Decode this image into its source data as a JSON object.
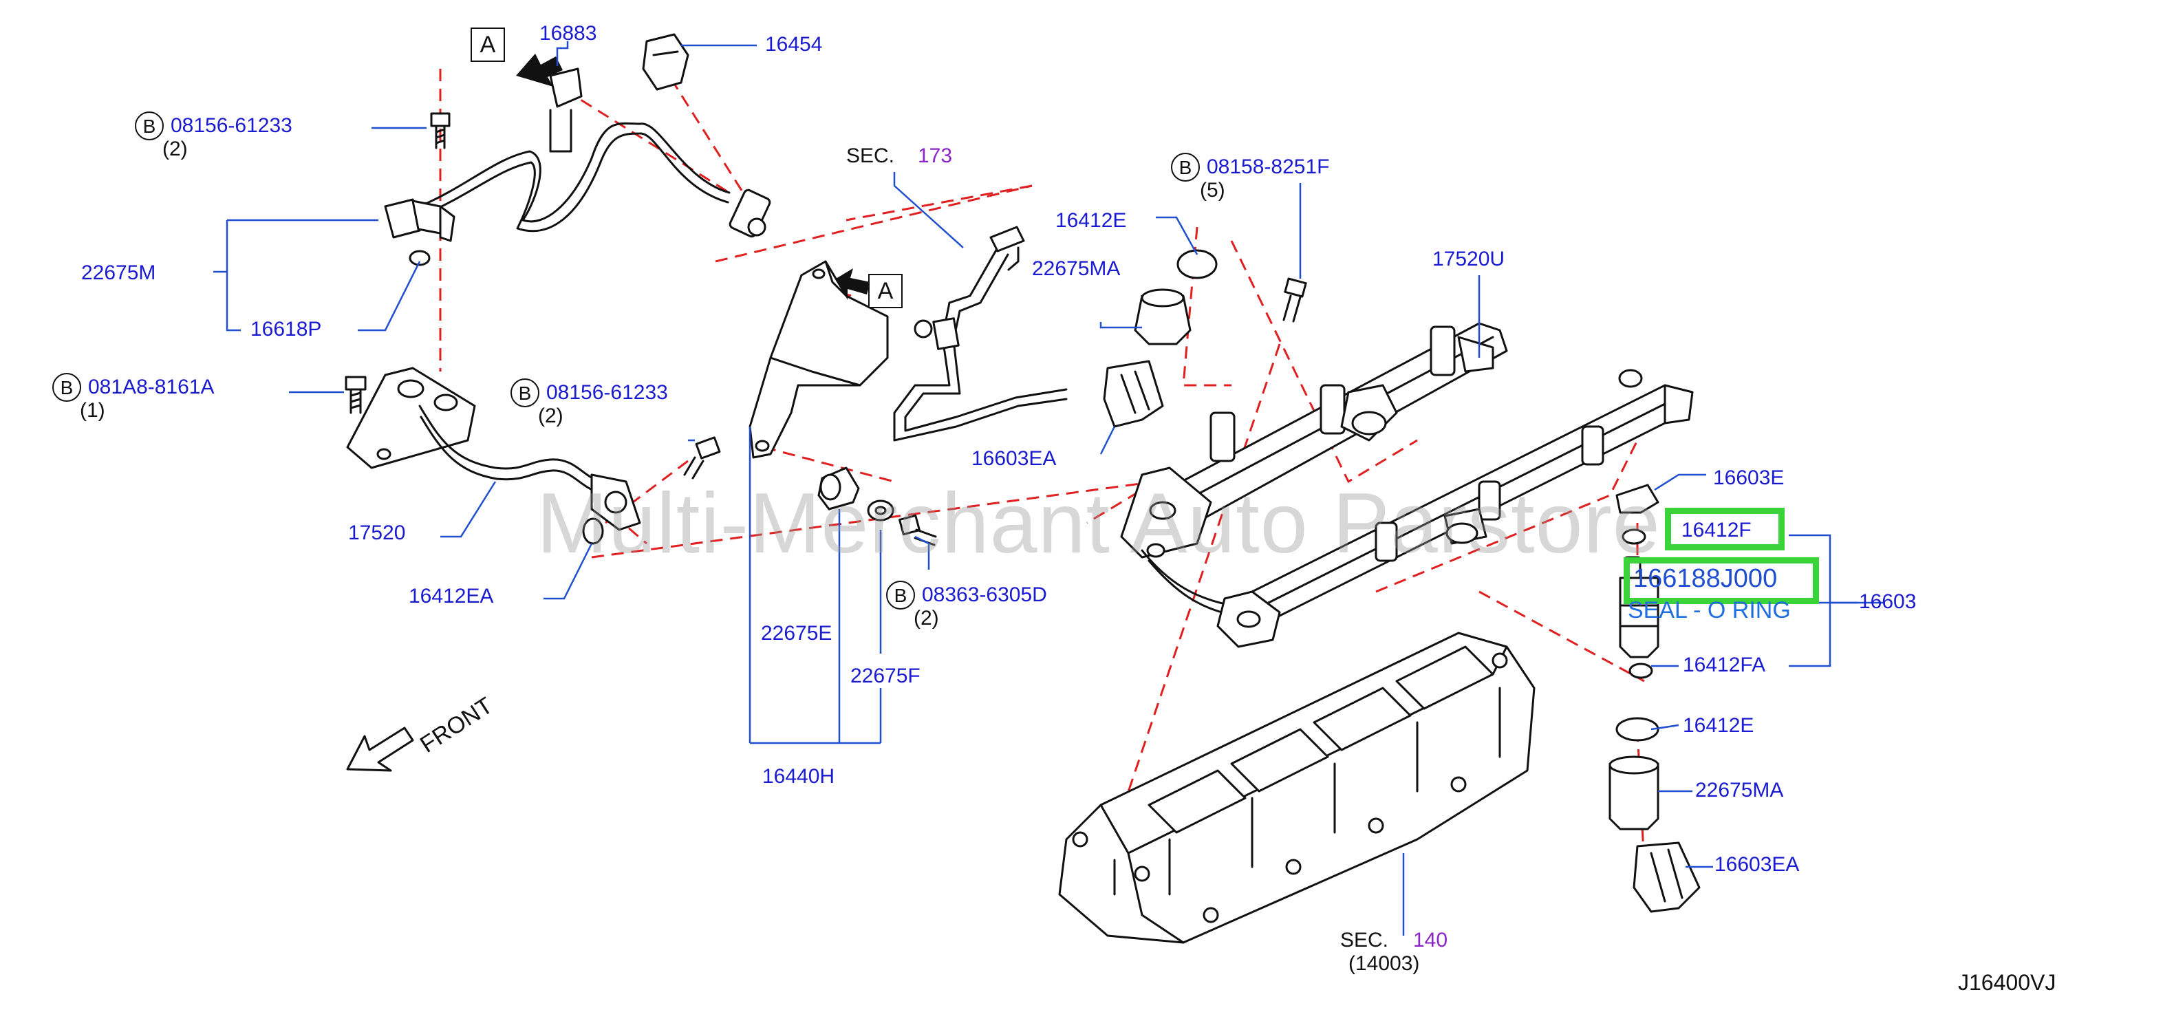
{
  "diagram": {
    "code": "J16400VJ",
    "watermark": "Multi-Merchant Auto Parstore",
    "front_label": "FRONT",
    "view_marker": "A",
    "bolt_prefix": "B",
    "highlight": {
      "part_number": "166188J000",
      "description": "SEAL - O RING",
      "color": "#3ad43a"
    },
    "colors": {
      "label": "#1a1ad0",
      "section": "#8a24c8",
      "leader": "#1f4fd0",
      "dash": "#e02020",
      "line": "#111111"
    },
    "parts": {
      "p16883": "16883",
      "p16454": "16454",
      "p08156_61233_top": "08156-61233",
      "p08156_61233_top_qty": "(2)",
      "p22675M": "22675M",
      "p16618P": "16618P",
      "p081A8_8161A": "081A8-8161A",
      "p081A8_8161A_qty": "(1)",
      "p08156_61233_mid": "08156-61233",
      "p08156_61233_mid_qty": "(2)",
      "p17520": "17520",
      "p16412EA": "16412EA",
      "sec173_prefix": "SEC.",
      "sec173_num": "173",
      "p16412E_top": "16412E",
      "p22675MA_top": "22675MA",
      "p16603EA_top": "16603EA",
      "p08158_8251F": "08158-8251F",
      "p08158_8251F_qty": "(5)",
      "p17520U": "17520U",
      "p08363_6305D": "08363-6305D",
      "p08363_6305D_qty": "(2)",
      "p22675E": "22675E",
      "p22675F": "22675F",
      "p16440H": "16440H",
      "p16603E": "16603E",
      "p16412F": "16412F",
      "p16603": "16603",
      "p16412FA": "16412FA",
      "p16412E_bot": "16412E",
      "p22675MA_bot": "22675MA",
      "p16603EA_bot": "16603EA",
      "sec140_prefix": "SEC.",
      "sec140_num": "140",
      "sec140_sub": "(14003)"
    }
  }
}
